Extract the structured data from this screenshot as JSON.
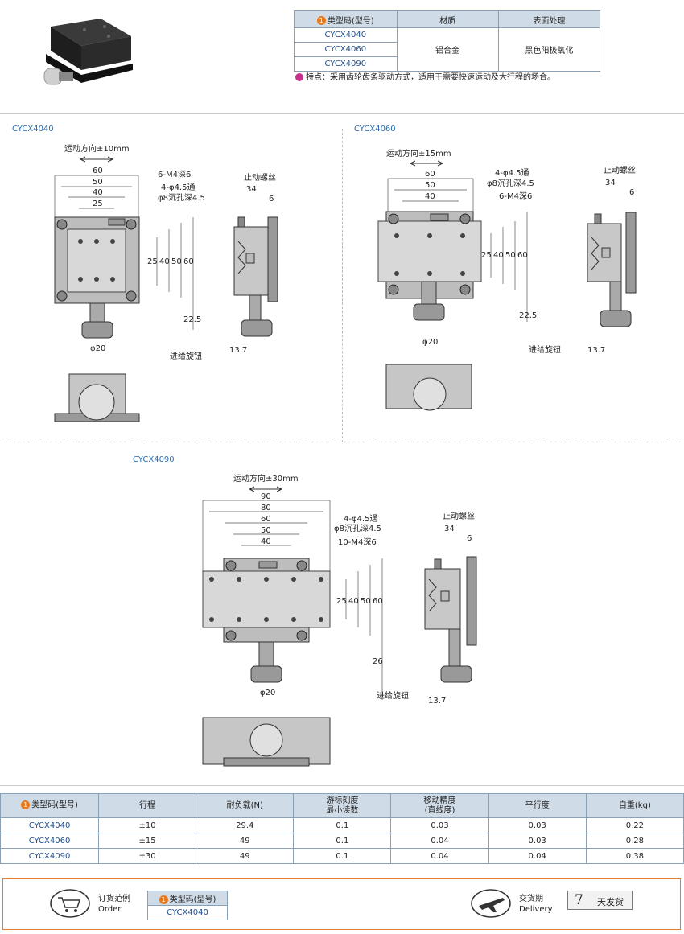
{
  "top_table": {
    "headers": [
      "类型码(型号)",
      "材质",
      "表面处理"
    ],
    "header_badge": "1",
    "codes": [
      "CYCX4040",
      "CYCX4060",
      "CYCX4090"
    ],
    "material": "铝合金",
    "surface": "黑色阳极氧化"
  },
  "feature_text": "特点：采用齿轮齿条驱动方式，适用于需要快速运动及大行程的场合。",
  "drawings": {
    "d4040": {
      "label": "CYCX4040",
      "motion": "运动方向±10mm",
      "dims": [
        "60",
        "50",
        "40",
        "25",
        "25",
        "40",
        "50",
        "60",
        "22.5",
        "φ20",
        "34",
        "6",
        "13.7"
      ],
      "notes": [
        "6-M4深6",
        "4-φ4.5通",
        "φ8沉孔深4.5"
      ],
      "stop_screw": "止动螺丝",
      "feed_knob": "进给旋钮"
    },
    "d4060": {
      "label": "CYCX4060",
      "motion": "运动方向±15mm",
      "dims": [
        "60",
        "50",
        "40",
        "25",
        "40",
        "50",
        "60",
        "22.5",
        "φ20",
        "34",
        "6",
        "13.7"
      ],
      "notes": [
        "4-φ4.5通",
        "φ8沉孔深4.5",
        "6-M4深6"
      ],
      "stop_screw": "止动螺丝",
      "feed_knob": "进给旋钮"
    },
    "d4090": {
      "label": "CYCX4090",
      "motion": "运动方向±30mm",
      "dims": [
        "90",
        "80",
        "60",
        "50",
        "40",
        "25",
        "40",
        "50",
        "60",
        "26",
        "φ20",
        "34",
        "6",
        "13.7"
      ],
      "notes": [
        "4-φ4.5通",
        "φ8沉孔深4.5",
        "10-M4深6"
      ],
      "stop_screw": "止动螺丝",
      "feed_knob": "进给旋钮"
    }
  },
  "spec_table": {
    "badge": "1",
    "headers": [
      "类型码(型号)",
      "行程",
      "耐负载(N)",
      "游标刻度\n最小读数",
      "移动精度\n(直线度)",
      "平行度",
      "自重(kg)"
    ],
    "rows": [
      [
        "CYCX4040",
        "±10",
        "29.4",
        "0.1",
        "0.03",
        "0.03",
        "0.22"
      ],
      [
        "CYCX4060",
        "±15",
        "49",
        "0.1",
        "0.04",
        "0.03",
        "0.28"
      ],
      [
        "CYCX4090",
        "±30",
        "49",
        "0.1",
        "0.04",
        "0.04",
        "0.38"
      ]
    ]
  },
  "footer": {
    "order_cn": "订货范例",
    "order_en": "Order",
    "order_header": "类型码(型号)",
    "order_code": "CYCX4040",
    "delivery_cn": "交货期",
    "delivery_en": "Delivery",
    "days_num": "7",
    "days_text": "天发货"
  },
  "colors": {
    "accent": "#e8791e",
    "header_bg": "#cfdbe6",
    "code_blue": "#1f4f8f",
    "label_blue": "#2a6bb0",
    "feature_magenta": "#c8318a"
  }
}
